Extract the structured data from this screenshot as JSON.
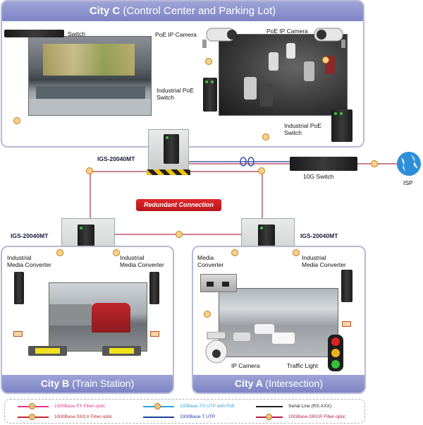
{
  "city_c": {
    "title": "City C",
    "subtitle": "(Control Center and Parking Lot)"
  },
  "city_b": {
    "title": "City B",
    "subtitle": "(Train Station)"
  },
  "city_a": {
    "title": "City A",
    "subtitle": "(Intersection)"
  },
  "labels": {
    "switch": "Switch",
    "poe_camera_1": "PoE IP Camera",
    "poe_camera_2": "PoE IP Camera",
    "industrial_poe_switch_1_l1": "Industrial PoE",
    "industrial_poe_switch_1_l2": "Switch",
    "industrial_poe_switch_2_l1": "Industrial PoE",
    "industrial_poe_switch_2_l2": "Switch",
    "igs_center": "IGS-20040MT",
    "igs_left": "IGS-20040MT",
    "igs_right": "IGS-20040MT",
    "ten_g_switch": "10G Switch",
    "isp": "ISP",
    "redundant": "Redundant Connection",
    "b_converter_left_l1": "Industrial",
    "b_converter_left_l2": "Media Converter",
    "b_converter_right_l1": "Industrial",
    "b_converter_right_l2": "Media Converter",
    "a_converter_left_l1": "Media",
    "a_converter_left_l2": "Converter",
    "a_converter_right_l1": "Industrial",
    "a_converter_right_l2": "Media Converter",
    "ip_camera": "IP Camera",
    "traffic_light": "Traffic Light"
  },
  "legend": [
    {
      "label": "1000Base-FX Fiber-optic",
      "color": "#e2348a"
    },
    {
      "label": "100Base-TX UTP with PoE",
      "color": "#2ca6e0"
    },
    {
      "label": "Serial Line (RS-XXX)",
      "color": "#222222"
    },
    {
      "label": "1000Base-SX/LX Fiber-optic",
      "color": "#c0282d"
    },
    {
      "label": "1000Base-T UTP",
      "color": "#1c3f9e"
    },
    {
      "label": "10GBase-SR/LR Fiber-optic",
      "color": "#b01a4a"
    }
  ],
  "colors": {
    "panel_border": "#b6bad8",
    "panel_title_bg": "#8f95cf",
    "fiber": "#b0354d",
    "utp": "#1c3f9e",
    "poe": "#2ca6e0"
  }
}
